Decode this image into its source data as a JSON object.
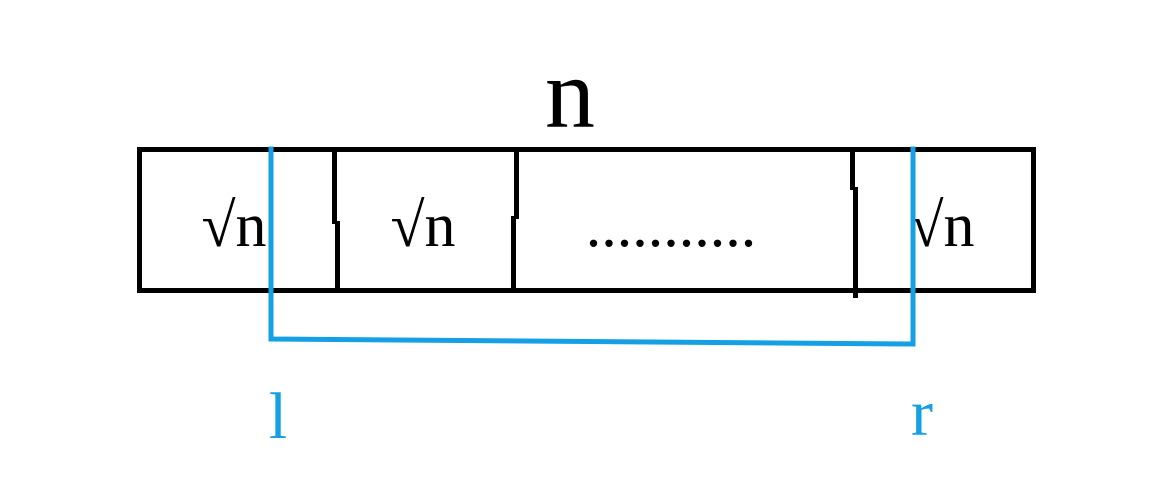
{
  "diagram": {
    "title_label": "n",
    "cells": [
      {
        "label": "√n"
      },
      {
        "label": "√n"
      },
      {
        "label": "..........."
      },
      {
        "label": "√n"
      }
    ],
    "range": {
      "left_label": "l",
      "right_label": "r"
    },
    "colors": {
      "ink": "#000000",
      "highlight": "#16a0e4"
    }
  }
}
